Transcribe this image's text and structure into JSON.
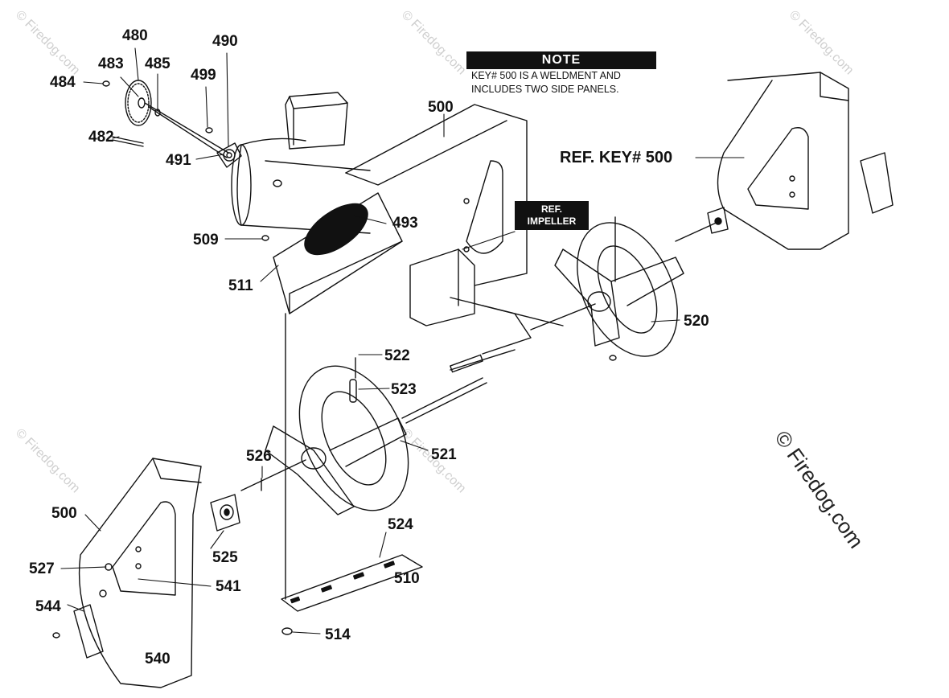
{
  "note": {
    "title": "NOTE",
    "text": "KEY# 500 IS A WELDMENT AND\nINCLUDES TWO SIDE PANELS."
  },
  "ref_impeller": {
    "line1": "REF.",
    "line2": "IMPELLER"
  },
  "ref_key": "REF. KEY# 500",
  "watermark": {
    "main": "© Firedog.com",
    "faint": "© Firedog.com"
  },
  "parts": {
    "p480": "480",
    "p483": "483",
    "p485": "485",
    "p484": "484",
    "p490": "490",
    "p499": "499",
    "p482": "482",
    "p491": "491",
    "p500_top": "500",
    "p493": "493",
    "p509": "509",
    "p511": "511",
    "p520": "520",
    "p522": "522",
    "p523": "523",
    "p521": "521",
    "p526": "526",
    "p500_left": "500",
    "p524": "524",
    "p525": "525",
    "p510": "510",
    "p527": "527",
    "p541": "541",
    "p544": "544",
    "p514": "514",
    "p540": "540"
  }
}
